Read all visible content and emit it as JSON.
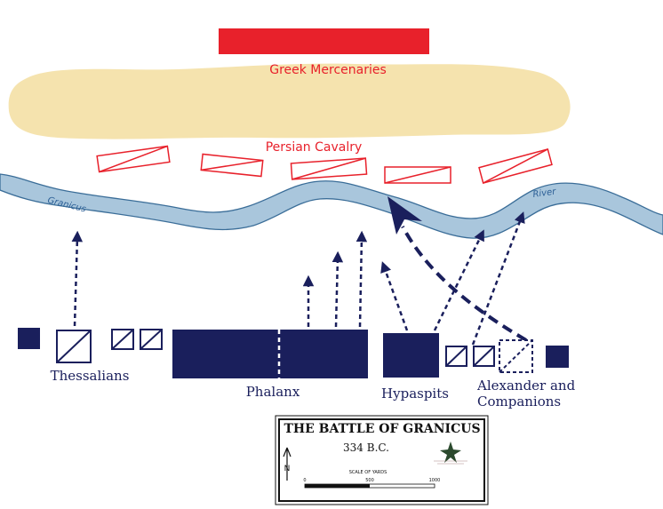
{
  "labels": {
    "greek_mercenaries": "Greek Mercenaries",
    "persian_cavalry": "Persian Cavalry",
    "thessalians": "Thessalians",
    "phalanx": "Phalanx",
    "hypaspits": "Hypaspits",
    "alexander_line1": "Alexander and",
    "alexander_line2": "Companions"
  },
  "river": {
    "name_left": "Granicus",
    "name_right": "River"
  },
  "legend": {
    "title": "THE BATTLE OF GRANICUS",
    "date": "334 B.C.",
    "scale_label": "SCALE OF YARDS",
    "scale_ticks": [
      "0",
      "500",
      "1000"
    ],
    "north": "N"
  },
  "colors": {
    "persian_red": "#e8212b",
    "macedonian_navy": "#1a1f5c",
    "river_fill": "#a9c6dc",
    "river_stroke": "#3a6d98",
    "terrain_sand": "#f5e3ae"
  }
}
